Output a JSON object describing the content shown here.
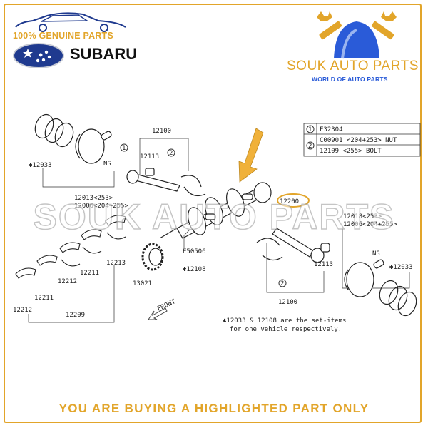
{
  "header": {
    "genuine_text": "100% GENUINE PARTS",
    "brand": "SUBARU",
    "shop_name": "SOUK AUTO PARTS",
    "tagline": "WORLD OF AUTO PARTS"
  },
  "colors": {
    "accent": "#e2a52a",
    "tagline": "#2a5bd8",
    "logo_blue": "#1f3a8f",
    "arrow": "#f0b13a"
  },
  "icons": [
    "car-outline-icon",
    "subaru-star-logo",
    "wrench-helmet-logo",
    "pointer-arrow-icon"
  ],
  "legend": {
    "rows": [
      {
        "num": "1",
        "text": "F32304"
      },
      {
        "num": "2",
        "text": "C00901 <204+253> NUT"
      },
      {
        "num": "",
        "text": "12109  <255> BOLT"
      }
    ]
  },
  "labels": {
    "l12100_top": "12100",
    "l12033_left": "✱12033",
    "l12113_top": "12113",
    "ns_left": "NS",
    "one_a": "1",
    "two_a": "2",
    "l12013": "12013<253>",
    "l12006a": "12006<204+255>",
    "l12200": "12200",
    "l12018": "12018<253>",
    "l12006b": "12006<204+255>",
    "ns_right": "NS",
    "l12033_right": "✱12033",
    "e50506": "E50506",
    "l12108": "✱12108",
    "l13021": "13021",
    "l12113_right": "12113",
    "l12213": "12213",
    "l12211a": "12211",
    "l12212a": "12212",
    "l12211b": "12211",
    "l12212b": "12212",
    "l12209": "12209",
    "two_b": "2",
    "l12100_bottom": "12100",
    "front": "FRONT",
    "note1": "✱12033 & 12108 are the set-items",
    "note2": "for one vehicle respectively."
  },
  "watermark": "SOUK AUTO PARTS",
  "footer": "YOU ARE BUYING A HIGHLIGHTED PART ONLY"
}
